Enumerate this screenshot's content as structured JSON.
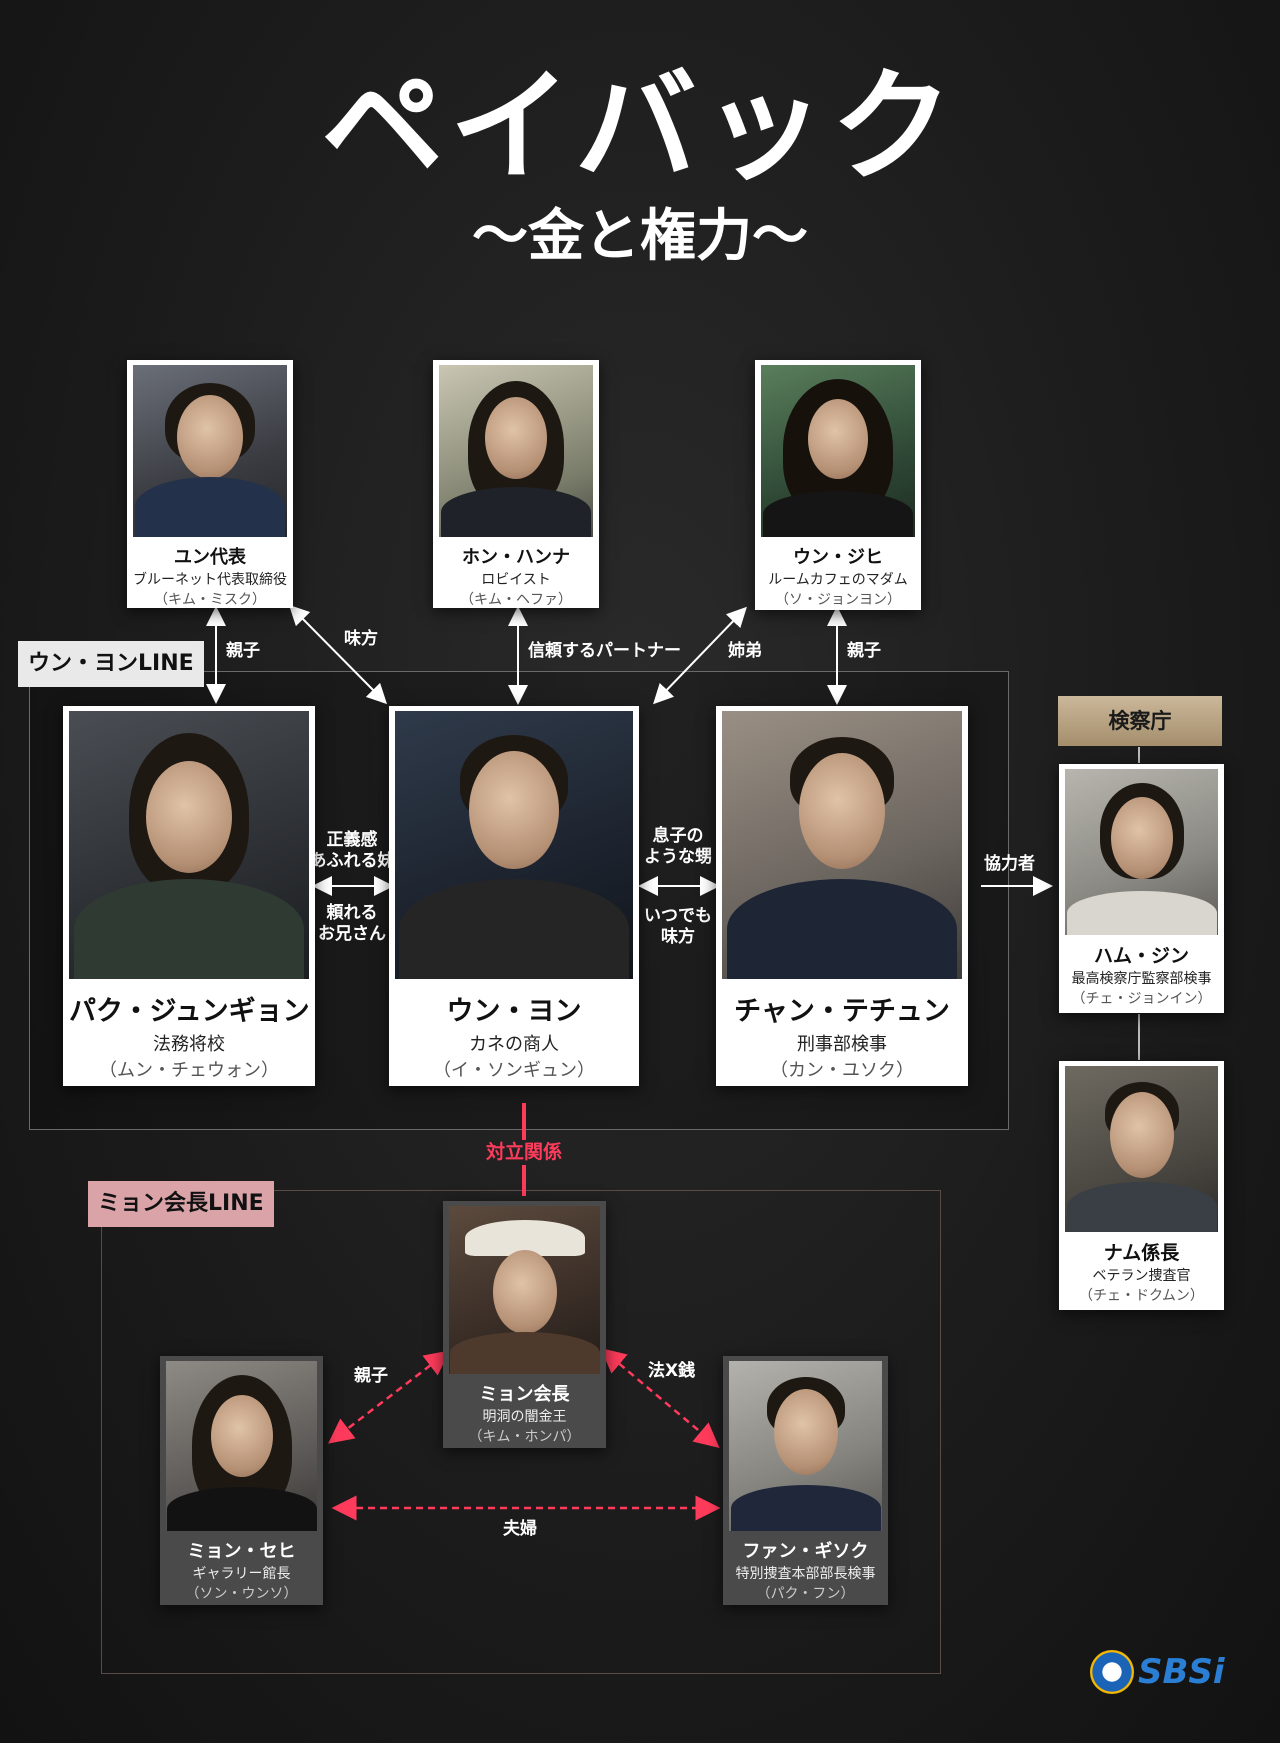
{
  "header": {
    "title": "ペイバック",
    "subtitle": "〜金と権力〜"
  },
  "groups": {
    "ung_line": "ウン・ヨンLINE",
    "myon_line": "ミョン会長LINE",
    "prosecutors": "検察庁"
  },
  "characters": {
    "yun": {
      "name": "ユン代表",
      "role": "ブルーネット代表取締役",
      "actor": "（キム・ミスク）"
    },
    "hong": {
      "name": "ホン・ハンナ",
      "role": "ロビイスト",
      "actor": "（キム・ヘファ）"
    },
    "unjihi": {
      "name": "ウン・ジヒ",
      "role": "ルームカフェのマダム",
      "actor": "（ソ・ジョンヨン）"
    },
    "park": {
      "name": "パク・ジュンギョン",
      "role": "法務将校",
      "actor": "（ムン・チェウォン）"
    },
    "unyon": {
      "name": "ウン・ヨン",
      "role": "カネの商人",
      "actor": "（イ・ソンギュン）"
    },
    "chan": {
      "name": "チャン・テチュン",
      "role": "刑事部検事",
      "actor": "（カン・ユソク）"
    },
    "ham": {
      "name": "ハム・ジン",
      "role": "最高検察庁監察部検事",
      "actor": "（チェ・ジョンイン）"
    },
    "nam": {
      "name": "ナム係長",
      "role": "ベテラン捜査官",
      "actor": "（チェ・ドクムン）"
    },
    "myon": {
      "name": "ミョン会長",
      "role": "明洞の闇金王",
      "actor": "（キム・ホンパ）"
    },
    "sehi": {
      "name": "ミョン・セヒ",
      "role": "ギャラリー館長",
      "actor": "（ソン・ウンソ）"
    },
    "fan": {
      "name": "ファン・ギソク",
      "role": "特別捜査本部部長検事",
      "actor": "（パク・フン）"
    }
  },
  "relations": {
    "yun_park": "親子",
    "yun_unyon": "味方",
    "hong_unyon": "信頼するパートナー",
    "unjihi_unyon": "姉弟",
    "unjihi_chan": "親子",
    "park_unyon_1": "正義感",
    "park_unyon_2": "あふれる妹",
    "park_unyon_3": "頼れる",
    "park_unyon_4": "お兄さん",
    "unyon_chan_1": "息子の",
    "unyon_chan_2": "ような甥",
    "unyon_chan_3": "いつでも",
    "unyon_chan_4": "味方",
    "chan_prosecutors": "協力者",
    "conflict": "対立関係",
    "myon_sehi": "親子",
    "myon_fan": "法X銭",
    "sehi_fan": "夫婦"
  },
  "logo": {
    "text": "SBSi"
  },
  "colors": {
    "accent_red": "#ff3b5c",
    "badge_gold": "#b8a37f",
    "myon_label": "#d9a3a8",
    "ung_label": "#e9e9e9"
  }
}
